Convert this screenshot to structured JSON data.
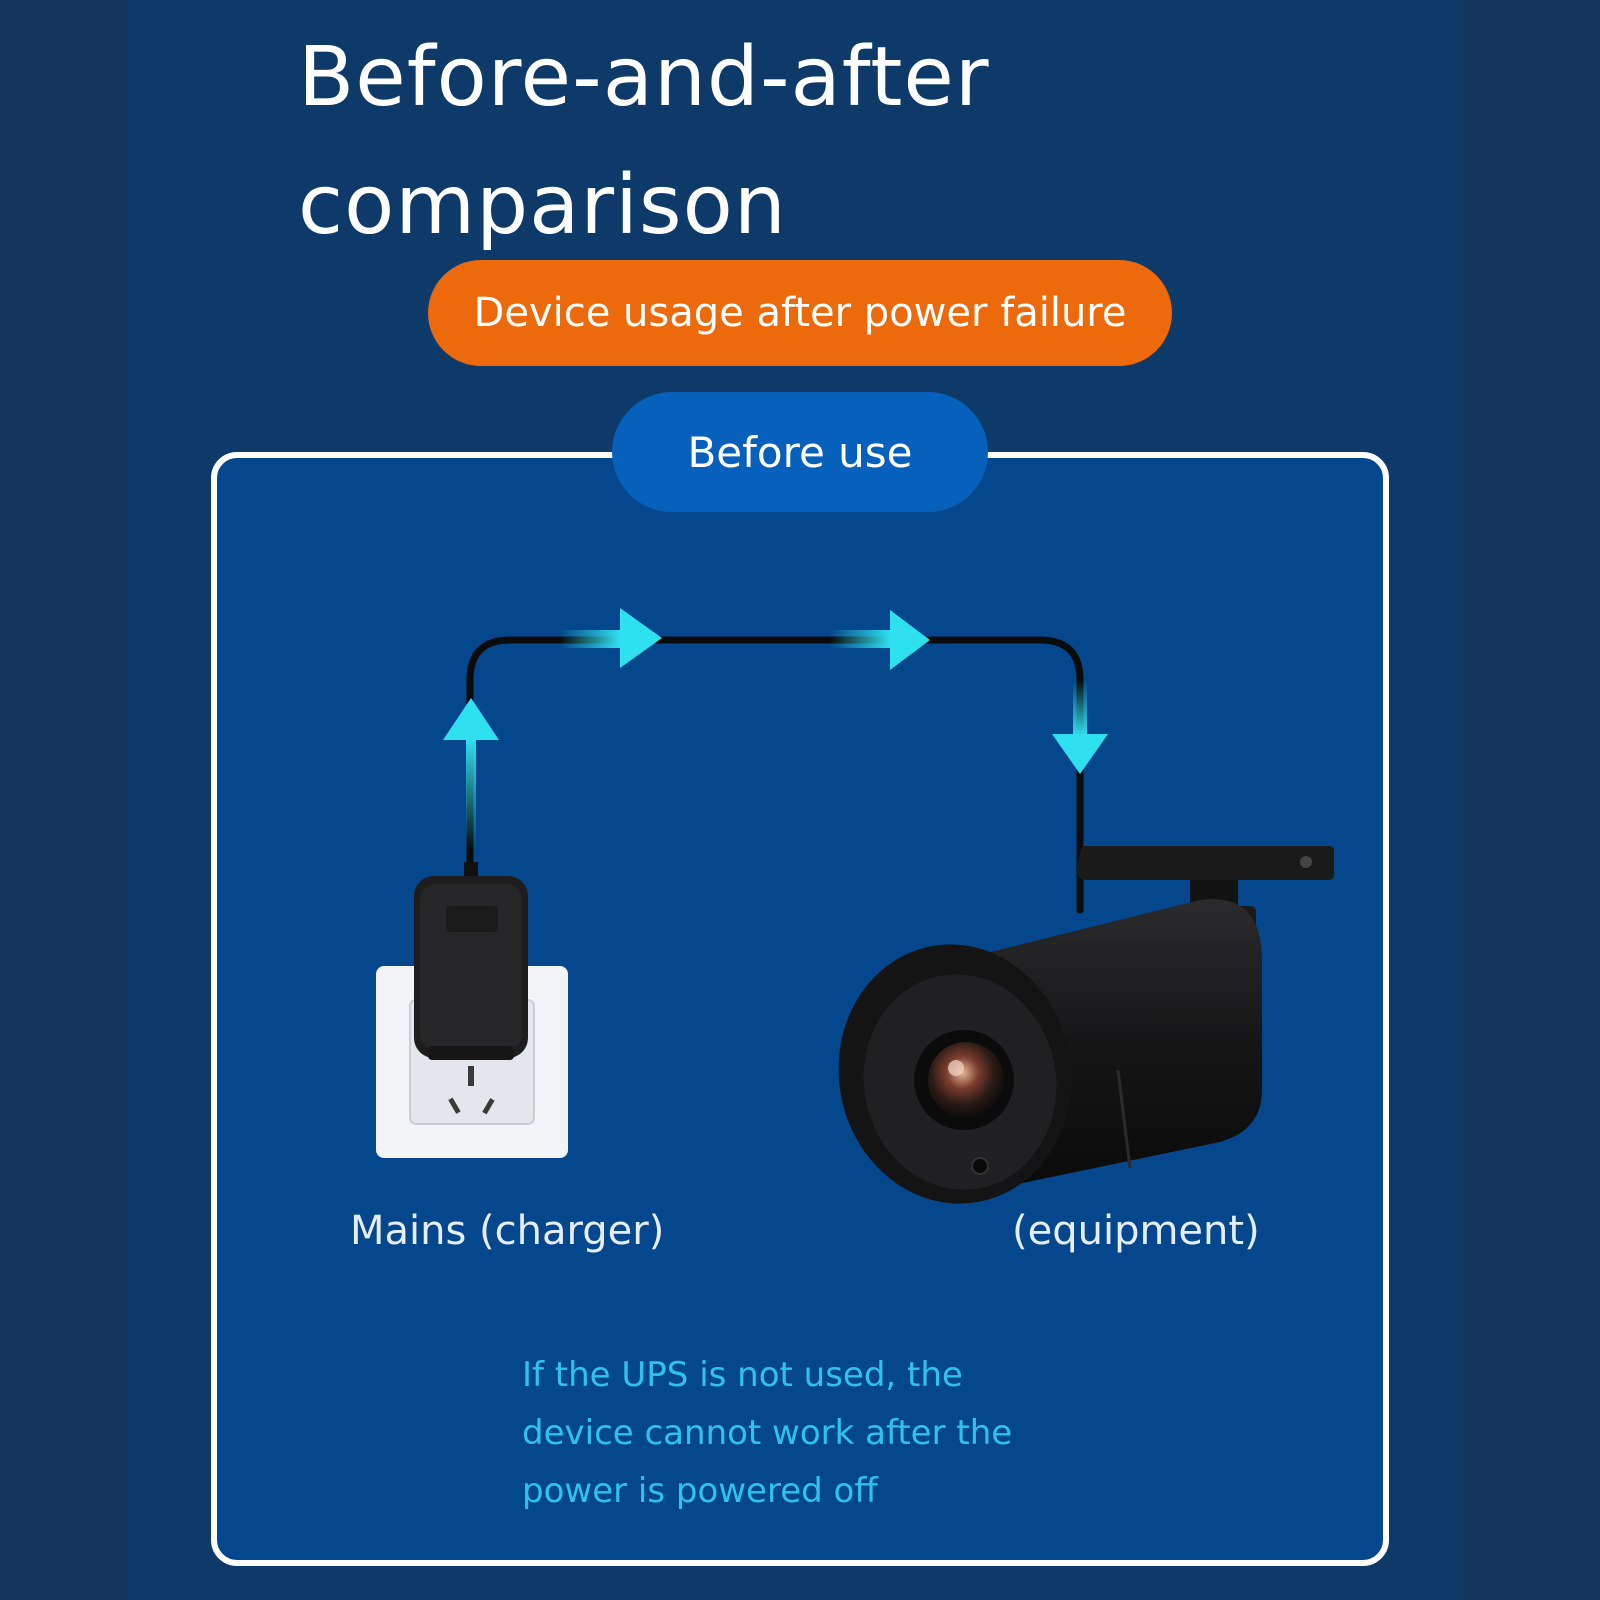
{
  "title_lines": [
    "Before-and-after",
    "comparison"
  ],
  "section_badge": "Device usage after power failure",
  "state_badge": "Before use",
  "source_label": "Mains (charger)",
  "target_label": "(equipment)",
  "note_lines": [
    "If the UPS is not used, the",
    "device cannot work after the",
    "power is powered off"
  ],
  "colors": {
    "accent_orange": "#ec6a0b",
    "badge_blue": "#0760bb",
    "flow_cyan": "#2fe0ee",
    "note_text": "#2fc3ec"
  },
  "icons": [
    "wall-socket-icon",
    "power-adapter-icon",
    "bullet-camera-icon",
    "flow-arrow-icon"
  ]
}
